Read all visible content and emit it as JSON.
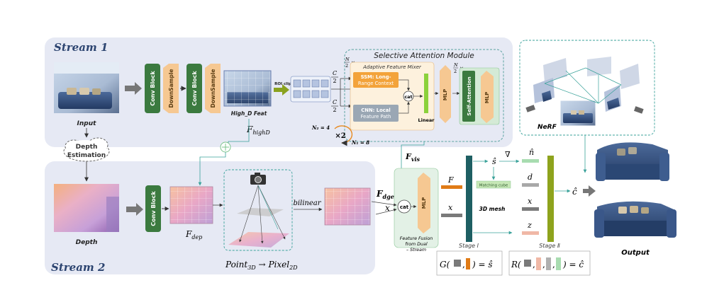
{
  "stream1": {
    "title": "Stream 1"
  },
  "stream2": {
    "title": "Stream 2"
  },
  "input_label": "Input",
  "depth_estimation": {
    "line1": "Depth",
    "line2": "Estimation"
  },
  "depth_label": "Depth",
  "blocks": {
    "conv_block": "Conv Block",
    "downsample": "DownSample"
  },
  "high_d_feat": "High_D Feat",
  "roi_clip": "ROI clip",
  "f_high_d": {
    "main": "F",
    "sub": "highD"
  },
  "f_dep": {
    "main": "F",
    "sub": "dep"
  },
  "f_vis": {
    "main": "F",
    "sub": "vis"
  },
  "f_dge": {
    "main": "F",
    "sub": "dge"
  },
  "sam": {
    "title": "Selective Attention Module",
    "mixer_title": "Adaptive Feature Mixer",
    "ssm_line1": "SSM: Long-",
    "ssm_line2": "Range Context",
    "cnn_line1": "CNN: Local",
    "cnn_line2": "Feature Path",
    "cat": "cat",
    "linear": "Linear",
    "mlp": "MLP",
    "self_attention": "Self-Attention",
    "c_num": "C",
    "c_den": "2",
    "n_half_top": "N",
    "n_half_den": "2",
    "times": "×",
    "n2_label": "N₂ = 4",
    "n1_label": "N₁ = 8",
    "x2": "×2"
  },
  "bilinear": "bilinear",
  "point_pixel": {
    "point": "Point",
    "point_sub": "3D",
    "arrow": "→",
    "pixel": "Pixel",
    "pixel_sub": "2D"
  },
  "fusion": {
    "cat": "cat",
    "mlp": "MLP",
    "line1": "Feature Fusion",
    "line2": "from Dual",
    "line3": "– Stream"
  },
  "x_label": "x",
  "F_label": "F",
  "s_hat": "ŝ",
  "nabla": "∇",
  "n_hat": "n̂",
  "d_label": "d",
  "z_label": "z",
  "matching_cube": "Matching cube",
  "mesh_3d": "3D mesh",
  "c_hat": "ĉ",
  "stage1": {
    "label": "Stage Ⅰ",
    "formula_left": "G(",
    "formula_right": ") = ŝ"
  },
  "stage2": {
    "label": "Stage Ⅱ",
    "formula_left": "R(",
    "formula_right": ") = ĉ"
  },
  "nerf": "NeRF",
  "output": "Output",
  "colors": {
    "stream_bg": "#e6e9f4",
    "conv": "#3b7a3f",
    "downsample": "#f6c892",
    "teal": "#1e5f63",
    "olive": "#8ea31d",
    "orange": "#e07b16",
    "green_light": "#a8dcb0",
    "pink": "#f0b8a6",
    "grey": "#7a7a7a"
  }
}
